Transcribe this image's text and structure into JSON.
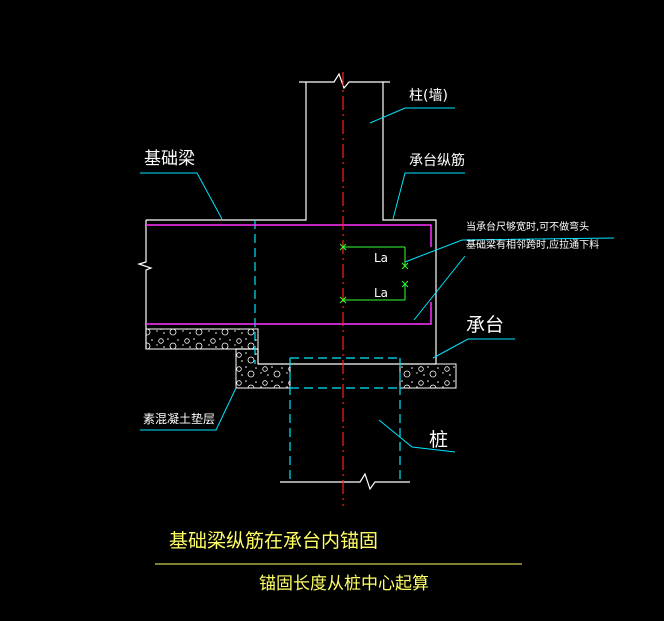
{
  "labels": {
    "column": "柱(墙)",
    "foundation_beam": "基础梁",
    "cap_longitudinal_bar": "承台纵筋",
    "note_line1": "当承台尺够宽时,可不做弯头",
    "note_line2": "基础梁有相邻跨时,应拉通下料",
    "la_upper": "La",
    "la_lower": "La",
    "pile_cap": "承台",
    "concrete_cushion": "素混凝土垫层",
    "pile": "桩"
  },
  "caption": {
    "title": "基础梁纵筋在承台内锚固",
    "subtitle": "锚固长度从桩中心起算"
  },
  "colors": {
    "background": "#000000",
    "outline": "#ffffff",
    "rebar": "#ff33ff",
    "hidden_line": "#00e5ff",
    "leader": "#00e5ff",
    "centerline": "#ff2020",
    "dimension": "#33ff33",
    "caption": "#ffff66"
  }
}
